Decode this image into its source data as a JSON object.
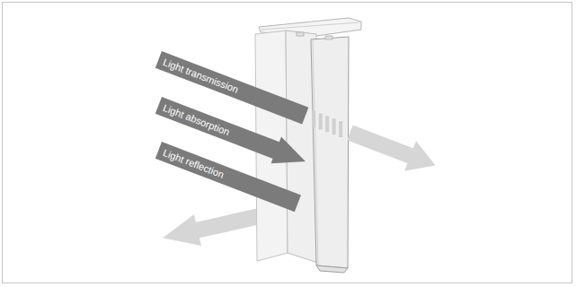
{
  "diagram": {
    "nodes": [
      {
        "text": [
          "Light transmission"
        ]
      },
      {
        "text": [
          "Light absorption"
        ]
      },
      {
        "text": [
          "Light reflection"
        ]
      }
    ]
  }
}
